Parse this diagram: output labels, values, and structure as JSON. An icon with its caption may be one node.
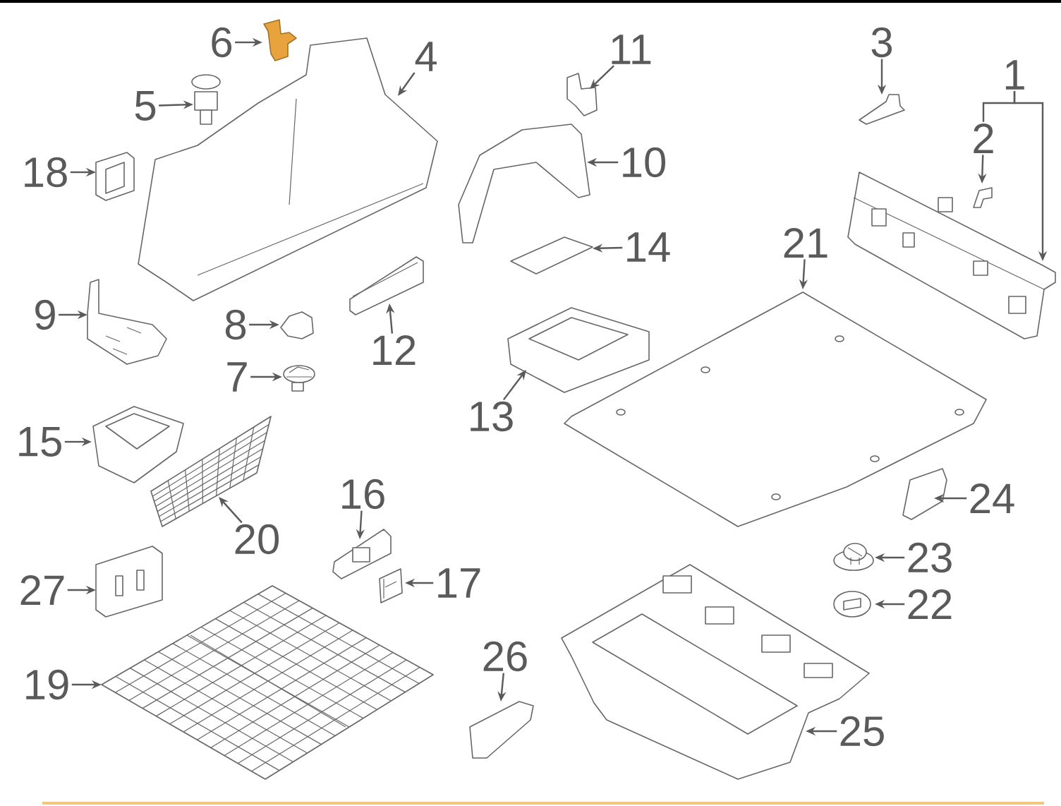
{
  "diagram": {
    "nodes": [
      {
        "text": [
          "1"
        ]
      },
      {
        "text": [
          "2"
        ]
      },
      {
        "text": [
          "3"
        ]
      },
      {
        "text": [
          "4"
        ]
      },
      {
        "text": [
          "5"
        ]
      },
      {
        "text": [
          "6"
        ]
      },
      {
        "text": [
          "7"
        ]
      },
      {
        "text": [
          "8"
        ]
      },
      {
        "text": [
          "9"
        ]
      },
      {
        "text": [
          "10"
        ]
      },
      {
        "text": [
          "11"
        ]
      },
      {
        "text": [
          "12"
        ]
      },
      {
        "text": [
          "13"
        ]
      },
      {
        "text": [
          "14"
        ]
      },
      {
        "text": [
          "15"
        ]
      },
      {
        "text": [
          "16"
        ]
      },
      {
        "text": [
          "17"
        ]
      },
      {
        "text": [
          "18"
        ]
      },
      {
        "text": [
          "19"
        ]
      },
      {
        "text": [
          "20"
        ]
      },
      {
        "text": [
          "21"
        ]
      },
      {
        "text": [
          "22"
        ]
      },
      {
        "text": [
          "23"
        ]
      },
      {
        "text": [
          "24"
        ]
      },
      {
        "text": [
          "25"
        ]
      },
      {
        "text": [
          "26"
        ]
      },
      {
        "text": [
          "27"
        ]
      },
      {
        "text": [],
        "shape": "picture"
      },
      {
        "text": [],
        "shape": "picture"
      },
      {
        "text": [],
        "shape": "picture"
      },
      {
        "text": [],
        "shape": "picture"
      },
      {
        "text": [],
        "shape": "picture"
      },
      {
        "text": [],
        "shape": "picture"
      },
      {
        "text": [],
        "shape": "picture"
      },
      {
        "text": [],
        "shape": "picture"
      },
      {
        "text": [],
        "shape": "picture"
      },
      {
        "text": [],
        "shape": "picture"
      },
      {
        "text": [],
        "shape": "picture"
      },
      {
        "text": [],
        "shape": "picture"
      },
      {
        "text": [],
        "shape": "picture"
      },
      {
        "text": [],
        "shape": "picture"
      },
      {
        "text": [],
        "shape": "picture"
      },
      {
        "text": [],
        "shape": "picture"
      },
      {
        "text": [],
        "shape": "picture"
      },
      {
        "text": [],
        "shape": "picture"
      },
      {
        "text": [],
        "shape": "picture"
      },
      {
        "text": [],
        "shape": "picture"
      },
      {
        "text": [],
        "shape": "picture"
      },
      {
        "text": [],
        "shape": "picture"
      },
      {
        "text": [],
        "shape": "picture"
      },
      {
        "text": [],
        "shape": "picture"
      },
      {
        "text": [],
        "shape": "picture"
      },
      {
        "text": [],
        "shape": "picture"
      },
      {
        "text": [],
        "shape": "picture"
      }
    ],
    "edges": [
      {
        "from": 0,
        "to": 27,
        "arrow": "to"
      },
      {
        "from": 1,
        "to": 28,
        "arrow": "to"
      },
      {
        "from": 2,
        "to": 29,
        "arrow": "to"
      },
      {
        "from": 3,
        "to": 30,
        "arrow": "to"
      },
      {
        "from": 4,
        "to": 31,
        "arrow": "to"
      },
      {
        "from": 5,
        "to": 32,
        "arrow": "to"
      },
      {
        "from": 6,
        "to": 33,
        "arrow": "to"
      },
      {
        "from": 7,
        "to": 34,
        "arrow": "to"
      },
      {
        "from": 8,
        "to": 35,
        "arrow": "to"
      },
      {
        "from": 9,
        "to": 36,
        "arrow": "to"
      },
      {
        "from": 10,
        "to": 37,
        "arrow": "to"
      },
      {
        "from": 11,
        "to": 38,
        "arrow": "to"
      },
      {
        "from": 12,
        "to": 39,
        "arrow": "to"
      },
      {
        "from": 13,
        "to": 40,
        "arrow": "to"
      },
      {
        "from": 14,
        "to": 41,
        "arrow": "to"
      },
      {
        "from": 15,
        "to": 42,
        "arrow": "to"
      },
      {
        "from": 16,
        "to": 43,
        "arrow": "to"
      },
      {
        "from": 17,
        "to": 44,
        "arrow": "to"
      },
      {
        "from": 18,
        "to": 45,
        "arrow": "to"
      },
      {
        "from": 19,
        "to": 46,
        "arrow": "to"
      },
      {
        "from": 20,
        "to": 47,
        "arrow": "to"
      },
      {
        "from": 21,
        "to": 48,
        "arrow": "to"
      },
      {
        "from": 22,
        "to": 49,
        "arrow": "to"
      },
      {
        "from": 23,
        "to": 50,
        "arrow": "to"
      },
      {
        "from": 24,
        "to": 51,
        "arrow": "to"
      },
      {
        "from": 25,
        "to": 52,
        "arrow": "to"
      },
      {
        "from": 26,
        "to": 53,
        "arrow": "to"
      },
      {
        "from": 0,
        "to": 1,
        "arrow": "none"
      }
    ]
  }
}
